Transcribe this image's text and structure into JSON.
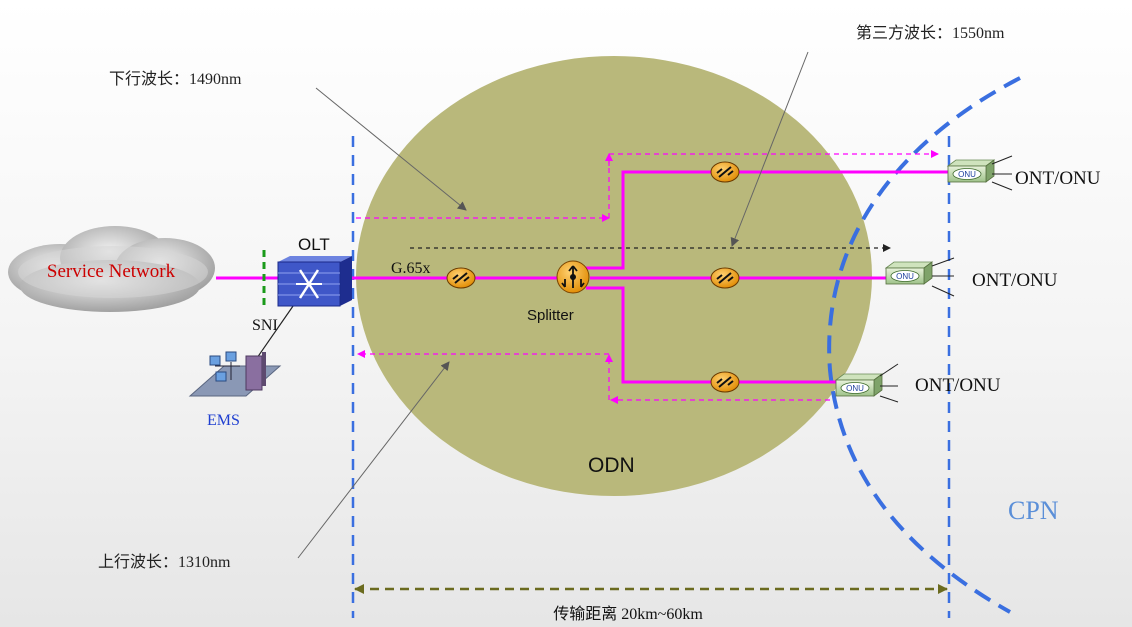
{
  "labels": {
    "downstream": "下行波长：1490nm",
    "third_party": "第三方波长：1550nm",
    "upstream": "上行波长：1310nm",
    "service_network": "Service Network",
    "olt": "OLT",
    "sni": "SNI",
    "ems": "EMS",
    "fiber": "G.65x",
    "splitter": "Splitter",
    "odn": "ODN",
    "cpn": "CPN",
    "ont1": "ONT/ONU",
    "ont2": "ONT/ONU",
    "ont3": "ONT/ONU",
    "onu_badge": "ONU",
    "distance": "传输距离   20km~60km"
  },
  "colors": {
    "odn": "#b9b87b",
    "fiber": "#ff00ff",
    "boundary": "#3a6fe0",
    "distance": "#6b6b1f",
    "service_text": "#cc0000",
    "ems_text": "#1f3fd0",
    "cpn_text": "#5b8fd8"
  },
  "icons": {
    "connector": "fiber-connector-icon",
    "splitter": "splitter-icon",
    "olt": "olt-switch-icon",
    "ems": "ems-workstation-icon",
    "onu": "onu-device-icon"
  }
}
